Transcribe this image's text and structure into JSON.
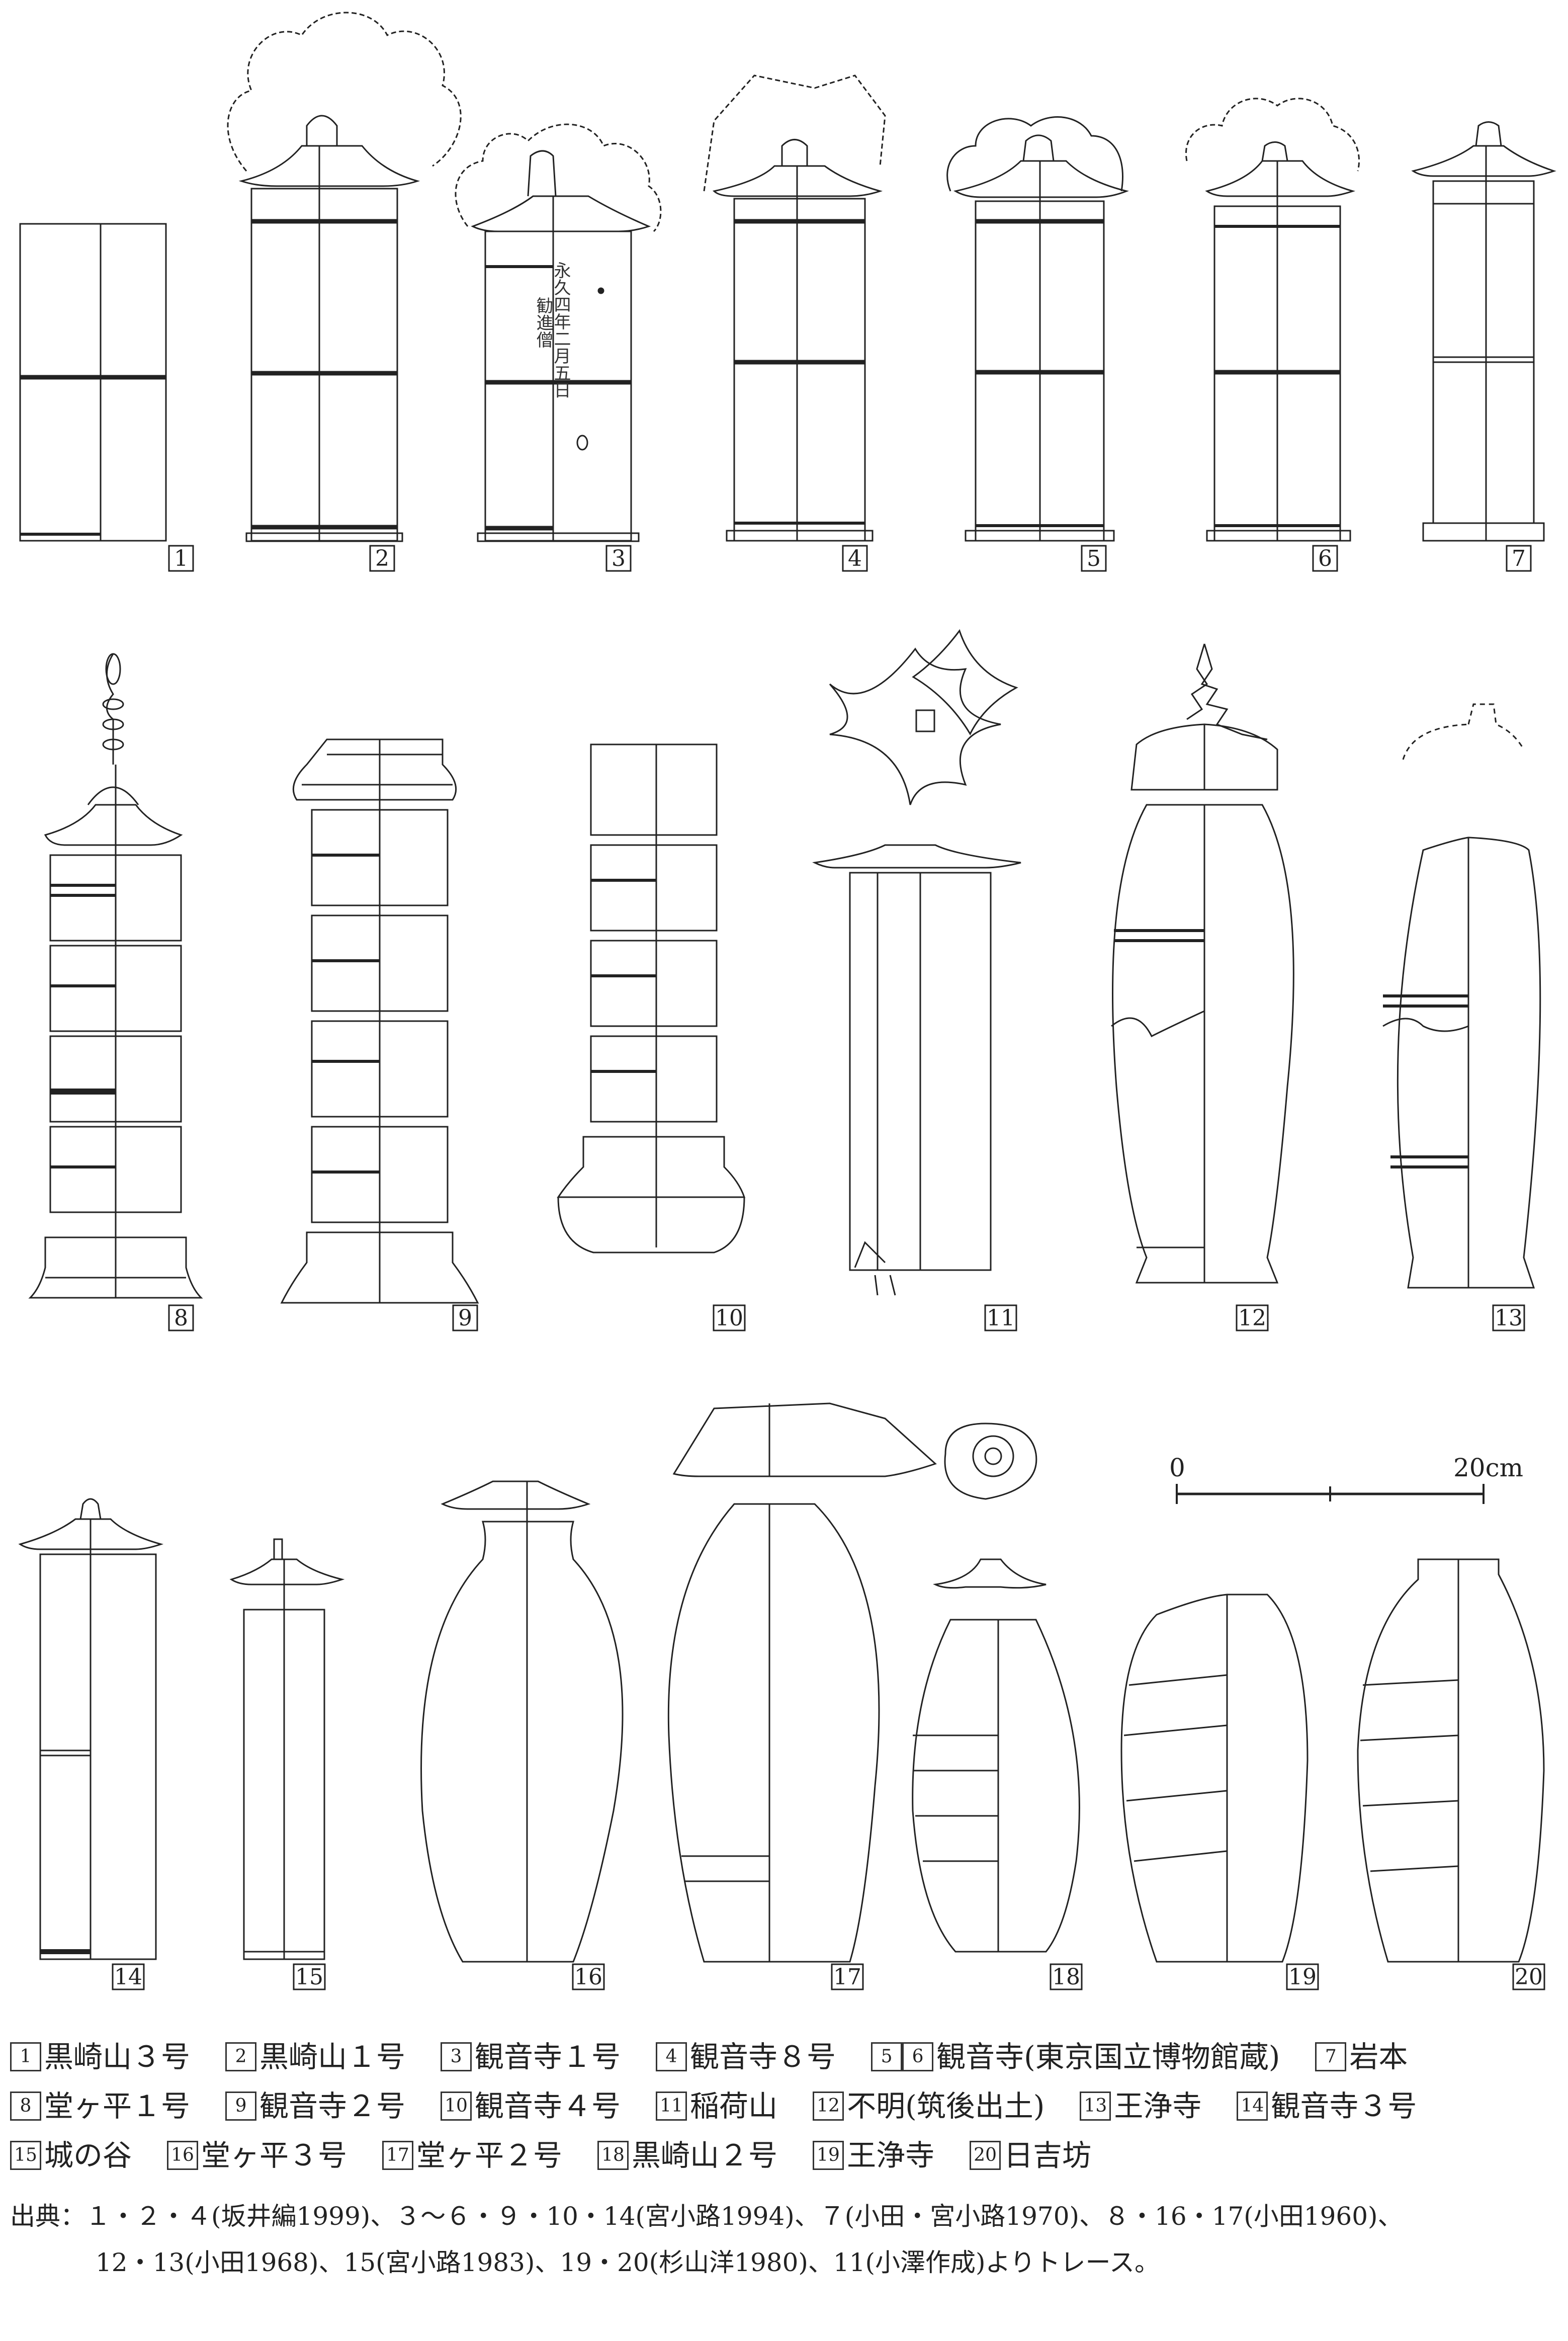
{
  "figure": {
    "scale_bar": {
      "start_label": "0",
      "end_label": "20cm"
    },
    "inscription_lines": [
      "永久四年二月五日",
      "勧進僧"
    ],
    "items": [
      {
        "id": 1,
        "label": "1"
      },
      {
        "id": 2,
        "label": "2"
      },
      {
        "id": 3,
        "label": "3"
      },
      {
        "id": 4,
        "label": "4"
      },
      {
        "id": 5,
        "label": "5"
      },
      {
        "id": 6,
        "label": "6"
      },
      {
        "id": 7,
        "label": "7"
      },
      {
        "id": 8,
        "label": "8"
      },
      {
        "id": 9,
        "label": "9"
      },
      {
        "id": 10,
        "label": "10"
      },
      {
        "id": 11,
        "label": "11"
      },
      {
        "id": 12,
        "label": "12"
      },
      {
        "id": 13,
        "label": "13"
      },
      {
        "id": 14,
        "label": "14"
      },
      {
        "id": 15,
        "label": "15"
      },
      {
        "id": 16,
        "label": "16"
      },
      {
        "id": 17,
        "label": "17"
      },
      {
        "id": 18,
        "label": "18"
      },
      {
        "id": 19,
        "label": "19"
      },
      {
        "id": 20,
        "label": "20"
      }
    ]
  },
  "legend": {
    "rows": [
      [
        {
          "nums": [
            "1"
          ],
          "text": "黒崎山３号"
        },
        {
          "nums": [
            "2"
          ],
          "text": "黒崎山１号"
        },
        {
          "nums": [
            "3"
          ],
          "text": "観音寺１号"
        },
        {
          "nums": [
            "4"
          ],
          "text": "観音寺８号"
        },
        {
          "nums": [
            "5",
            "6"
          ],
          "text": "観音寺(東京国立博物館蔵)"
        },
        {
          "nums": [
            "7"
          ],
          "text": "岩本"
        }
      ],
      [
        {
          "nums": [
            "8"
          ],
          "text": "堂ヶ平１号"
        },
        {
          "nums": [
            "9"
          ],
          "text": "観音寺２号"
        },
        {
          "nums": [
            "10"
          ],
          "text": "観音寺４号"
        },
        {
          "nums": [
            "11"
          ],
          "text": "稲荷山"
        },
        {
          "nums": [
            "12"
          ],
          "text": "不明(筑後出土)"
        },
        {
          "nums": [
            "13"
          ],
          "text": "王浄寺"
        },
        {
          "nums": [
            "14"
          ],
          "text": "観音寺３号"
        }
      ],
      [
        {
          "nums": [
            "15"
          ],
          "text": "城の谷"
        },
        {
          "nums": [
            "16"
          ],
          "text": "堂ヶ平３号"
        },
        {
          "nums": [
            "17"
          ],
          "text": "堂ヶ平２号"
        },
        {
          "nums": [
            "18"
          ],
          "text": "黒崎山２号"
        },
        {
          "nums": [
            "19"
          ],
          "text": "王浄寺"
        },
        {
          "nums": [
            "20"
          ],
          "text": "日吉坊"
        }
      ]
    ]
  },
  "sources": {
    "line1": "出典：１・２・４(坂井編1999)、３～６・９・10・14(宮小路1994)、７(小田・宮小路1970)、８・16・17(小田1960)、",
    "line2": "12・13(小田1968)、15(宮小路1983)、19・20(杉山洋1980)、11(小澤作成)よりトレース。"
  }
}
